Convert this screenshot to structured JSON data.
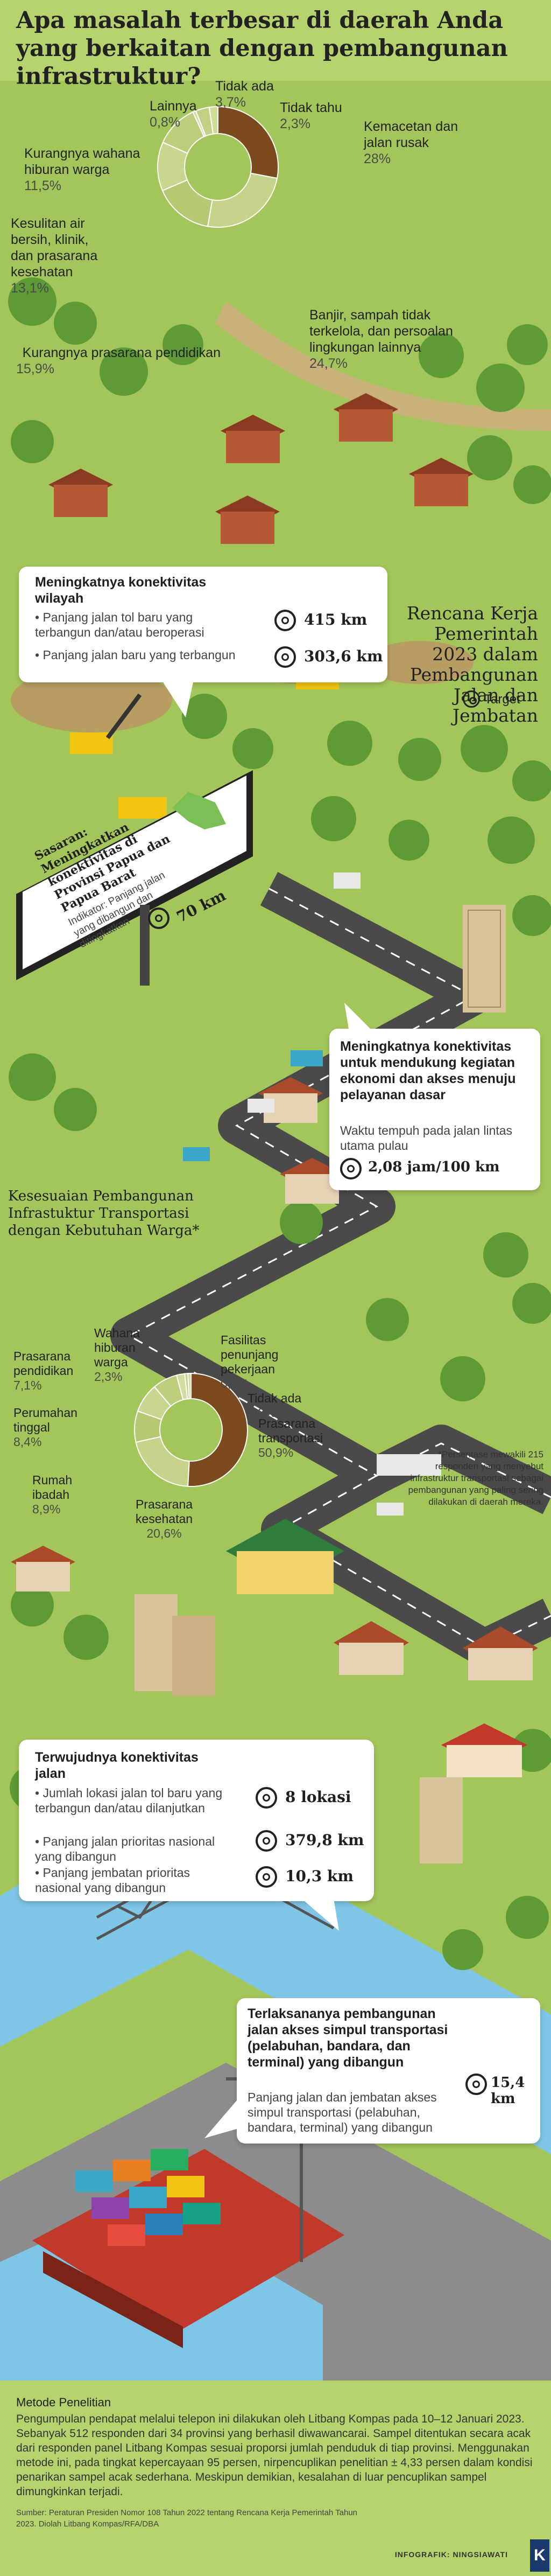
{
  "title": "Apa masalah terbesar di daerah Anda yang berkaitan dengan pembangunan infrastruktur?",
  "problems_chart": {
    "slices": [
      {
        "label": "Kemacetan dan jalan rusak",
        "pct": "28%",
        "value": 28,
        "color": "#7c4a1f"
      },
      {
        "label": "Banjir, sampah tidak terkelola, dan persoalan lingkungan lainnya",
        "pct": "24,7%",
        "value": 24.7,
        "color": "#c5d48a"
      },
      {
        "label": "Kurangnya prasarana pendidikan",
        "pct": "15,9%",
        "value": 15.9,
        "color": "#b7c873"
      },
      {
        "label": "Kesulitan air bersih, klinik, dan prasarana kesehatan",
        "pct": "13,1%",
        "value": 13.1,
        "color": "#c9d68f"
      },
      {
        "label": "Kurangnya wahana hiburan warga",
        "pct": "11,5%",
        "value": 11.5,
        "color": "#bccd7c"
      },
      {
        "label": "Lainnya",
        "pct": "0,8%",
        "value": 0.8,
        "color": "#d3dc9c"
      },
      {
        "label": "Tidak ada",
        "pct": "3,7%",
        "value": 3.7,
        "color": "#c2d083"
      },
      {
        "label": "Tidak tahu",
        "pct": "2,3%",
        "value": 2.3,
        "color": "#d0db96"
      }
    ]
  },
  "plan": {
    "title": "Rencana Kerja Pemerintah 2023 dalam Pembangunan Jalan dan Jembatan",
    "target_legend": "Target"
  },
  "box1": {
    "title": "Meningkatnya konektivitas wilayah",
    "items": [
      {
        "text": "Panjang jalan tol baru yang terbangun dan/atau beroperasi",
        "value": "415 km"
      },
      {
        "text": "Panjang jalan baru yang terbangun",
        "value": "303,6 km"
      }
    ]
  },
  "billboard": {
    "title": "Sasaran: Meningkatkan konektivitas di Provinsi Papua dan Papua Barat",
    "indicator": "Indikator: Panjang jalan yang dibangun dan ditingkatkan",
    "value": "70 km"
  },
  "box2": {
    "title": "Meningkatnya konektivitas untuk mendukung kegiatan ekonomi dan akses menuju pelayanan dasar",
    "text": "Waktu tempuh pada jalan lintas utama pulau",
    "value": "2,08 jam/100 km"
  },
  "fit_chart": {
    "title": "Kesesuaian Pembangunan Infrastuktur Transportasi dengan Kebutuhan Warga*",
    "slices": [
      {
        "label": "Prasarana transportasi",
        "pct": "50,9%",
        "value": 50.9,
        "color": "#7c4a1f"
      },
      {
        "label": "Prasarana kesehatan",
        "pct": "20,6%",
        "value": 20.6,
        "color": "#c5d48a"
      },
      {
        "label": "Rumah ibadah",
        "pct": "8,9%",
        "value": 8.9,
        "color": "#b7c873"
      },
      {
        "label": "Perumahan tinggal",
        "pct": "8,4%",
        "value": 8.4,
        "color": "#c9d68f"
      },
      {
        "label": "Prasarana pendidikan",
        "pct": "7,1%",
        "value": 7.1,
        "color": "#bccd7c"
      },
      {
        "label": "Wahana hiburan warga",
        "pct": "2,3%",
        "value": 2.3,
        "color": "#d3dc9c"
      },
      {
        "label": "Fasilitas penunjang pekerjaan",
        "pct": "0,9%",
        "value": 0.9,
        "color": "#c2d083"
      },
      {
        "label": "Tidak ada",
        "pct": "0,9%",
        "value": 0.9,
        "color": "#d0db96"
      }
    ],
    "note": "*Persentase mewakili 215 responden yang menyebut infrastruktur transportasi sebagai pembangunan yang paling sering dilakukan di daerah mereka."
  },
  "box3": {
    "title": "Terwujudnya konektivitas jalan",
    "items": [
      {
        "text": "Jumlah lokasi jalan tol baru yang terbangun dan/atau dilanjutkan",
        "value": "8 lokasi"
      },
      {
        "text": "Panjang jalan prioritas nasional yang dibangun",
        "value": "379,8 km"
      },
      {
        "text": "Panjang jembatan prioritas nasional yang dibangun",
        "value": "10,3 km"
      }
    ]
  },
  "box4": {
    "title": "Terlaksananya pembangunan jalan akses simpul transportasi (pelabuhan, bandara, dan terminal) yang dibangun",
    "text": "Panjang jalan dan jembatan akses simpul transportasi (pelabuhan, bandara, terminal) yang dibangun",
    "value": "15,4 km"
  },
  "method": {
    "title": "Metode Penelitian",
    "text": "Pengumpulan pendapat melalui telepon ini dilakukan oleh Litbang Kompas pada 10–12 Januari 2023. Sebanyak 512 responden dari 34 provinsi yang berhasil diwawancarai. Sampel ditentukan secara acak dari responden panel Litbang Kompas sesuai proporsi jumlah penduduk di tiap provinsi. Menggunakan metode ini, pada tingkat kepercayaan 95 persen, nirpencuplikan penelitian ± 4,33 persen dalam kondisi penarikan sampel acak sederhana. Meskipun demikian, kesalahan di luar pencuplikan sampel dimungkinkan terjadi.",
    "source": "Sumber: Peraturan Presiden Nomor 108 Tahun 2022 tentang Rencana Kerja Pemerintah Tahun 2023. Diolah Litbang Kompas/RFA/DBA",
    "credit": "INFOGRAFIK: NINGSIAWATI",
    "logo": "K"
  }
}
